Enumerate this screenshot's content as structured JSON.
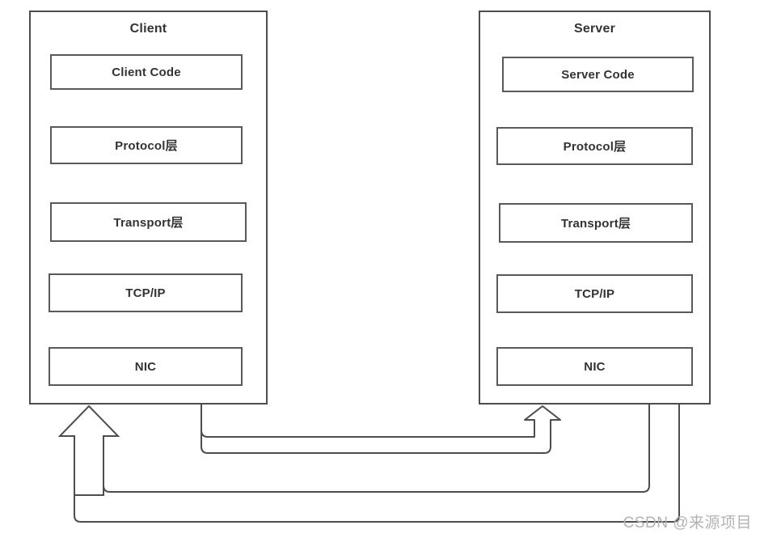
{
  "diagram": {
    "title": "Client-Server network stack communication diagram",
    "colors": {
      "container_border": "#4d4d4d",
      "layer_border": "#595959",
      "connector": "#4d4d4d",
      "text": "#333333",
      "watermark": "#b3b3b3",
      "background": "#ffffff"
    },
    "client": {
      "title": "Client",
      "layers": [
        {
          "label": "Client Code"
        },
        {
          "label": "Protocol层"
        },
        {
          "label": "Transport层"
        },
        {
          "label": "TCP/IP"
        },
        {
          "label": "NIC"
        }
      ]
    },
    "server": {
      "title": "Server",
      "layers": [
        {
          "label": "Server Code"
        },
        {
          "label": "Protocol层"
        },
        {
          "label": "Transport层"
        },
        {
          "label": "TCP/IP"
        },
        {
          "label": "NIC"
        }
      ]
    },
    "connectors": [
      {
        "name": "client-to-server-request",
        "direction": "client-NIC to server-NIC"
      },
      {
        "name": "server-to-client-response-inner",
        "direction": "server to client-NIC"
      },
      {
        "name": "server-to-client-response-outer",
        "direction": "server to client-NIC"
      }
    ]
  },
  "watermark": {
    "text": "CSDN @来源项目"
  }
}
